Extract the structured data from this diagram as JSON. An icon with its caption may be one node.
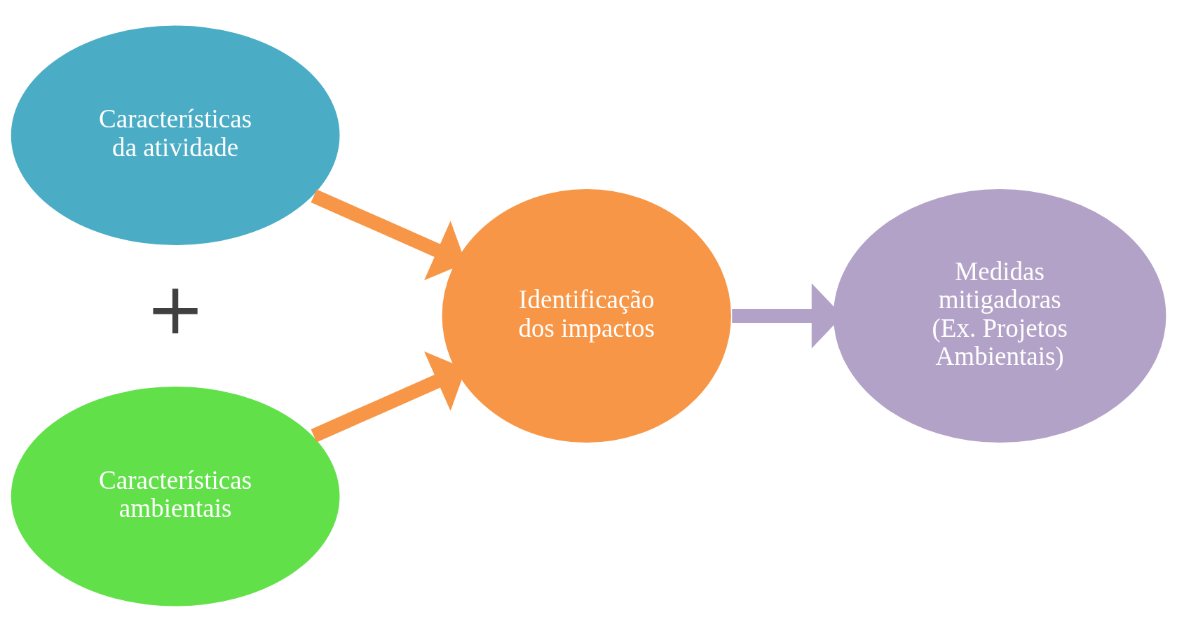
{
  "diagram": {
    "nodes": [
      {
        "text": [
          "Características da atividade"
        ]
      },
      {
        "text": [
          "Características ambientais"
        ]
      },
      {
        "text": [
          "Identificação dos impactos"
        ]
      },
      {
        "text": [
          "Medidas mitigadoras",
          "(Ex. Projetos Ambientais)"
        ]
      }
    ],
    "edges": [
      {
        "from": 0,
        "to": 2,
        "arrow": "to",
        "color": "#f79646"
      },
      {
        "from": 1,
        "to": 2,
        "arrow": "to",
        "color": "#f79646"
      },
      {
        "from": 2,
        "to": 3,
        "arrow": "to",
        "color": "#b3a2c7"
      }
    ],
    "labels": [
      "+"
    ]
  }
}
